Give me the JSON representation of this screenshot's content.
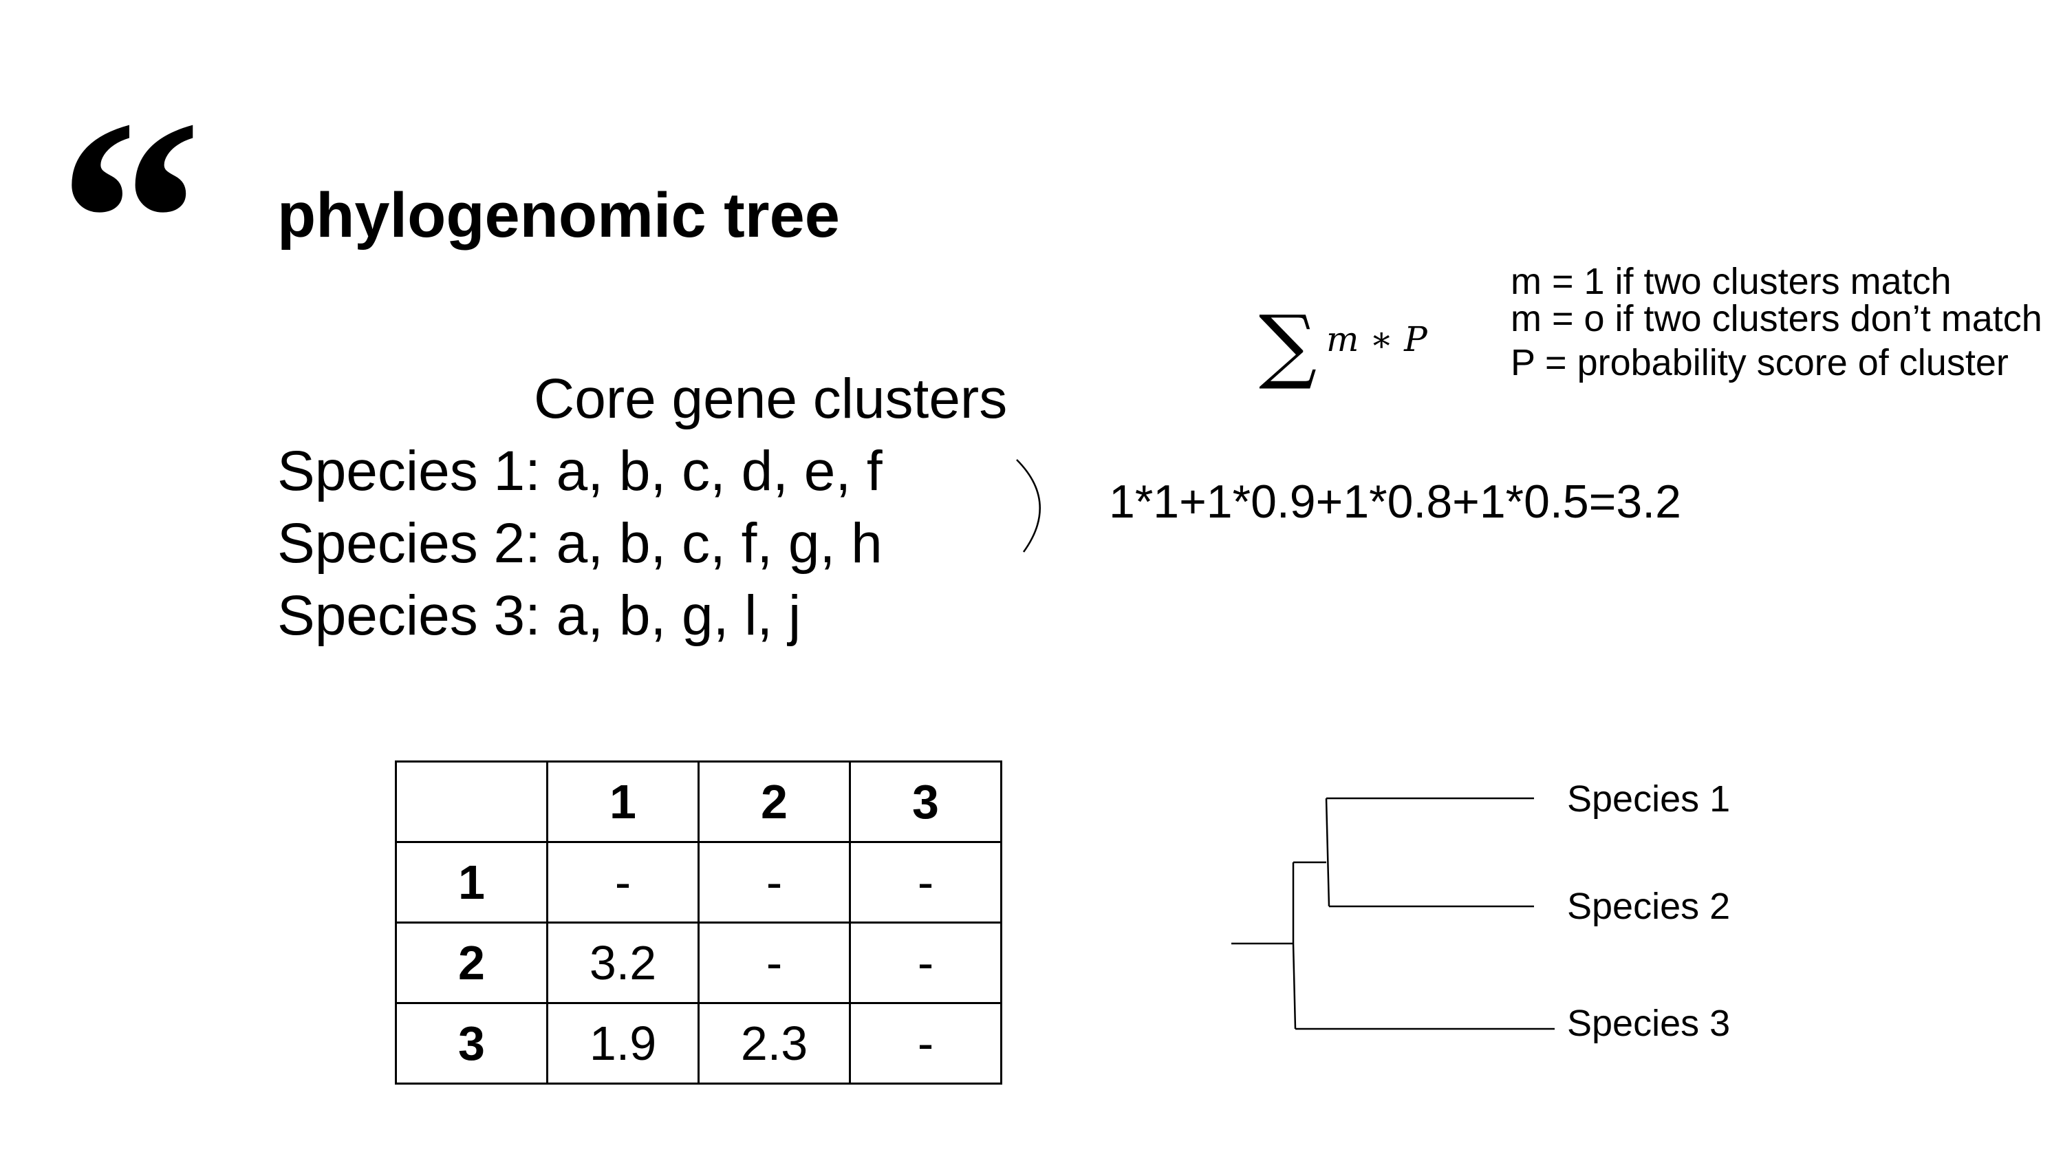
{
  "slide": {
    "quote_mark": "“",
    "title": "phylogenomic tree"
  },
  "formula": {
    "sum_symbol": "∑",
    "expression": "m ∗ P",
    "definitions": [
      "m = 1 if two clusters match",
      "m = o if two clusters don’t match",
      "P = probability score of cluster"
    ]
  },
  "clusters": {
    "header": "Core gene clusters",
    "species": [
      "Species 1: a, b, c, d, e, f",
      "Species 2: a, b, c, f, g, h",
      "Species 3: a, b, g, l, j"
    ]
  },
  "calculation": "1*1+1*0.9+1*0.8+1*0.5=3.2",
  "distance_table": {
    "corner": "",
    "columns": [
      "1",
      "2",
      "3"
    ],
    "rows": [
      {
        "label": "1",
        "cells": [
          "-",
          "-",
          "-"
        ]
      },
      {
        "label": "2",
        "cells": [
          "3.2",
          "-",
          "-"
        ]
      },
      {
        "label": "3",
        "cells": [
          "1.9",
          "2.3",
          "-"
        ]
      }
    ]
  },
  "tree": {
    "leaves": [
      "Species 1",
      "Species 2",
      "Species 3"
    ]
  }
}
